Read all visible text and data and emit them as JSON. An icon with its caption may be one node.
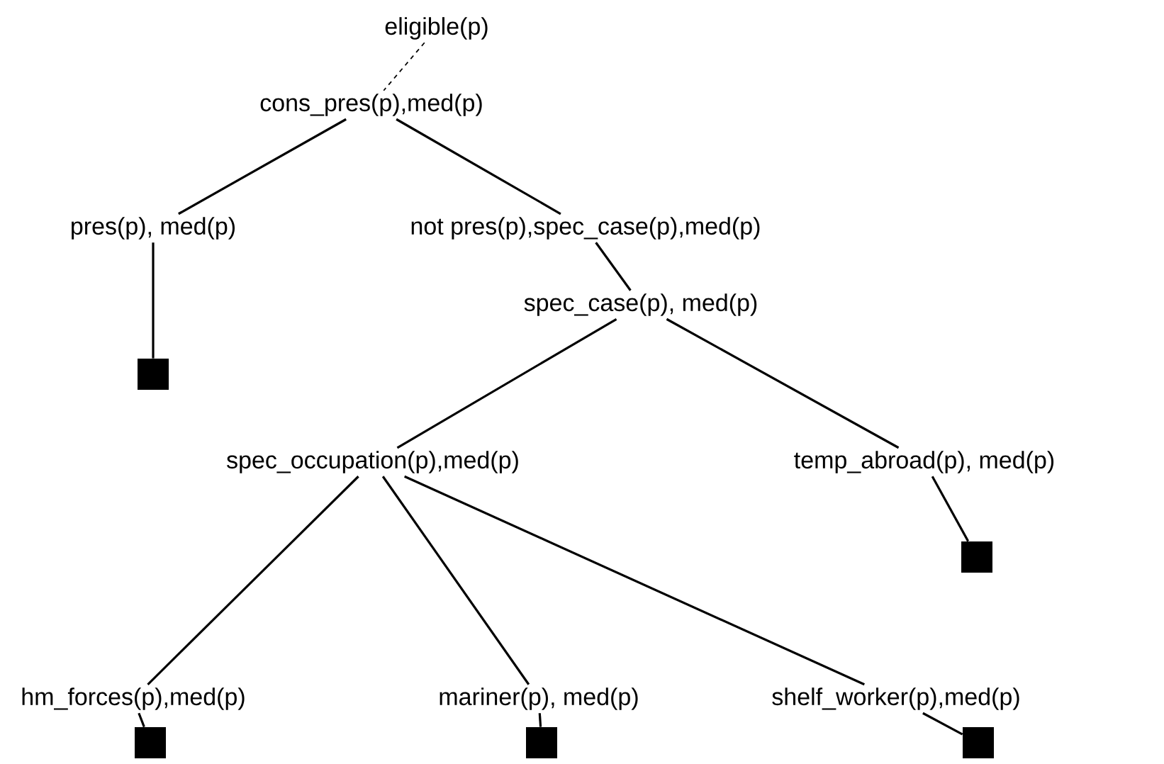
{
  "diagram": {
    "nodes": [
      {
        "text": [
          "eligible(p)"
        ]
      },
      {
        "text": [
          "cons_pres(p),med(p)"
        ]
      },
      {
        "text": [
          "pres(p), med(p)"
        ]
      },
      {
        "text": [
          "not  pres(p),spec_case(p),med(p)"
        ]
      },
      {
        "text": [],
        "shape": "box"
      },
      {
        "text": [
          "spec_case(p), med(p)"
        ]
      },
      {
        "text": [
          "spec_occupation(p),med(p)"
        ]
      },
      {
        "text": [
          "temp_abroad(p), med(p)"
        ]
      },
      {
        "text": [],
        "shape": "box"
      },
      {
        "text": [
          "hm_forces(p),med(p)"
        ]
      },
      {
        "text": [
          "mariner(p), med(p)"
        ]
      },
      {
        "text": [
          "shelf_worker(p),med(p)"
        ]
      },
      {
        "text": [],
        "shape": "box"
      },
      {
        "text": [],
        "shape": "box"
      },
      {
        "text": [],
        "shape": "box"
      }
    ],
    "edges": [
      {
        "from": 0,
        "to": 1,
        "arrow": "none",
        "style": "dashed"
      },
      {
        "from": 1,
        "to": 2,
        "arrow": "none"
      },
      {
        "from": 1,
        "to": 3,
        "arrow": "none"
      },
      {
        "from": 2,
        "to": 4,
        "arrow": "none"
      },
      {
        "from": 3,
        "to": 5,
        "arrow": "none"
      },
      {
        "from": 5,
        "to": 6,
        "arrow": "none"
      },
      {
        "from": 5,
        "to": 7,
        "arrow": "none"
      },
      {
        "from": 7,
        "to": 8,
        "arrow": "none"
      },
      {
        "from": 6,
        "to": 9,
        "arrow": "none"
      },
      {
        "from": 6,
        "to": 10,
        "arrow": "none"
      },
      {
        "from": 6,
        "to": 11,
        "arrow": "none"
      },
      {
        "from": 9,
        "to": 12,
        "arrow": "none"
      },
      {
        "from": 10,
        "to": 13,
        "arrow": "none"
      },
      {
        "from": 11,
        "to": 14,
        "arrow": "none"
      }
    ]
  }
}
